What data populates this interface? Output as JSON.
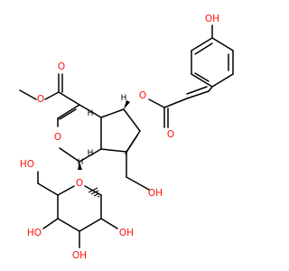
{
  "colors": {
    "bond": "#000000",
    "oxygen": "#ff0d0d"
  },
  "labels": {
    "oxygen": "O",
    "hydroxyl": "OH",
    "hydroxyl_left": "HO",
    "hydrogen": "H"
  }
}
